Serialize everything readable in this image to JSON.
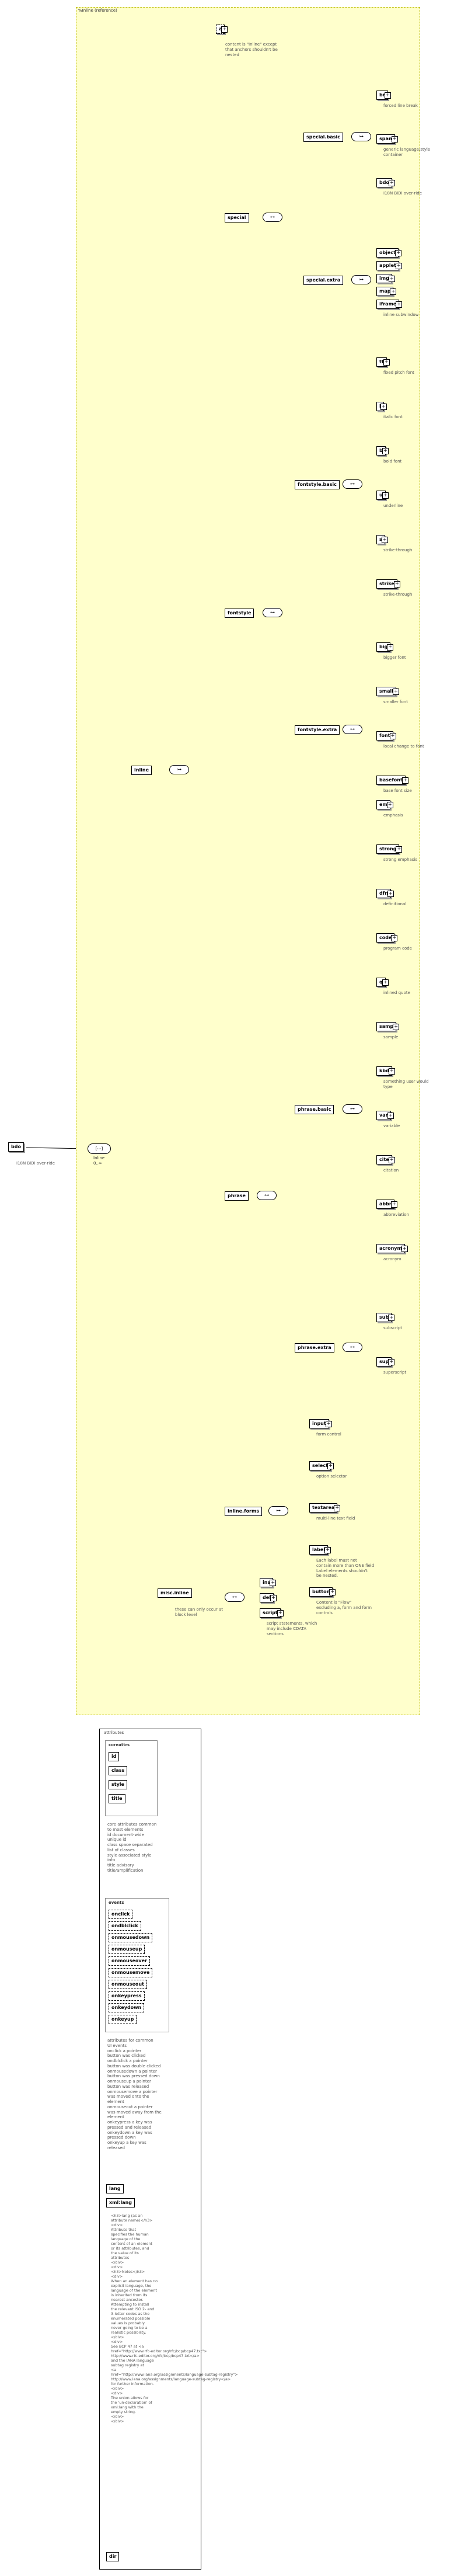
{
  "diagram": {
    "root": {
      "label": "bdo",
      "doc": "I18N BiDi over-ride"
    },
    "root_seq": {
      "occurrence_top": "Inline",
      "occurrence_bottom": "0..∞"
    },
    "region_title": "%Inline (reference)",
    "inline_box": "inline",
    "doc_inline_top": "content is \"Inline\" except\nthat anchors shouldn't be\nnested",
    "special": {
      "label": "special",
      "basic": {
        "label": "special.basic",
        "items": [
          {
            "label": "br",
            "doc": "forced line break"
          },
          {
            "label": "span",
            "doc": "generic language/style\ncontainer"
          },
          {
            "label": "bdo",
            "doc": "I18N BiDi over-ride"
          }
        ]
      },
      "extra": {
        "label": "special.extra",
        "items": [
          {
            "label": "object",
            "doc": ""
          },
          {
            "label": "applet",
            "doc": ""
          },
          {
            "label": "img",
            "doc": ""
          },
          {
            "label": "map",
            "doc": ""
          },
          {
            "label": "iframe",
            "doc": "inline subwindow"
          }
        ]
      }
    },
    "fontstyle": {
      "label": "fontstyle",
      "basic": {
        "label": "fontstyle.basic",
        "items": [
          {
            "label": "tt",
            "doc": "fixed pitch font"
          },
          {
            "label": "i",
            "doc": "italic font"
          },
          {
            "label": "b",
            "doc": "bold font"
          },
          {
            "label": "u",
            "doc": "underline"
          },
          {
            "label": "s",
            "doc": "strike-through"
          },
          {
            "label": "strike",
            "doc": "strike-through"
          }
        ]
      },
      "extra": {
        "label": "fontstyle.extra",
        "items": [
          {
            "label": "big",
            "doc": "bigger font"
          },
          {
            "label": "small",
            "doc": "smaller font"
          },
          {
            "label": "font",
            "doc": "local change to font"
          },
          {
            "label": "basefont",
            "doc": "base font size"
          }
        ]
      }
    },
    "phrase": {
      "label": "phrase",
      "basic": {
        "label": "phrase.basic",
        "items": [
          {
            "label": "em",
            "doc": "emphasis"
          },
          {
            "label": "strong",
            "doc": "strong emphasis"
          },
          {
            "label": "dfn",
            "doc": "definitional"
          },
          {
            "label": "code",
            "doc": "program code"
          },
          {
            "label": "q",
            "doc": "inlined quote"
          },
          {
            "label": "samp",
            "doc": "sample"
          },
          {
            "label": "kbd",
            "doc": "something user would\ntype"
          },
          {
            "label": "var",
            "doc": "variable"
          },
          {
            "label": "cite",
            "doc": "citation"
          },
          {
            "label": "abbr",
            "doc": "abbreviation"
          },
          {
            "label": "acronym",
            "doc": "acronym"
          }
        ]
      },
      "extra": {
        "label": "phrase.extra",
        "items": [
          {
            "label": "sub",
            "doc": "subscript"
          },
          {
            "label": "sup",
            "doc": "superscript"
          }
        ]
      }
    },
    "inline_forms": {
      "label": "inline.forms",
      "items": [
        {
          "label": "input",
          "doc": "form control"
        },
        {
          "label": "select",
          "doc": "option selector"
        },
        {
          "label": "textarea",
          "doc": "multi-line text field"
        },
        {
          "label": "label",
          "doc": "Each label must not\ncontain more than ONE field\nLabel elements shouldn't\nbe nested."
        },
        {
          "label": "button",
          "doc": "Content is \"Flow\"\nexcluding a, form and form\ncontrols"
        }
      ]
    },
    "misc_inline": {
      "label": "misc.inline",
      "doc": "these can only occur at\nblock level",
      "items": [
        {
          "label": "ins",
          "doc": ""
        },
        {
          "label": "del",
          "doc": ""
        },
        {
          "label": "script",
          "doc": "script statements, which\nmay include CDATA\nsections"
        }
      ]
    },
    "attributes": {
      "title": "attributes",
      "coreattrs": {
        "label": "coreattrs",
        "items": [
          "id",
          "class",
          "style",
          "title"
        ],
        "doc": "core attributes common\nto most elements\nid       document-wide\nunique id\nclass    space separated\nlist of classes\nstyle    associated style\ninfo\ntitle    advisory\ntitle/amplification"
      },
      "events": {
        "label": "events",
        "items": [
          "onclick",
          "ondblclick",
          "onmousedown",
          "onmouseup",
          "onmouseover",
          "onmousemove",
          "onmouseout",
          "onkeypress",
          "onkeydown",
          "onkeyup"
        ],
        "doc": "attributes for common\nUI events\nonclick     a pointer\nbutton was clicked\nondblclick  a pointer\nbutton was double clicked\nonmousedown a pointer\nbutton was pressed down\nonmouseup   a pointer\nbutton was released\nonmousemove a pointer\nwas moved onto the\nelement\nonmouseout  a pointer\nwas moved away from the\nelement\nonkeypress  a key was\npressed and released\nonkeydown   a key was\npressed down\nonkeyup     a key was\nreleased"
      },
      "lang": "lang",
      "xmllang": "xml:lang",
      "xmllang_doc": "<h3>lang (as an\nattribute name)</h3>\n<div>\nAttribute that\nspecifies the human\nlanguage of the\ncontent of an element\nor its attributes, and\nthe value of its\nattributes\n</div>\n<div>\n<h3>Notes</h3>\n<div>\nWhen an element has no\nexplicit language, the\nlanguage of the element\nis inherited from its\nnearest ancestor.\nAttempting to install\nthe relevant ISO 2- and\n3-letter codes as the\nenumerated possible\nvalues is probably\nnever going to be a\nrealistic possibility.\n</div>\n<div>\nSee BCP 47 at <a\nhref=\"http://www.rfc-editor.org/rfc/bcp/bcp47.txt\">\nhttp://www.rfc-editor.org/rfc/bcp/bcp47.txt</a>\nand the IANA language\nsubtag registry at\n<a\nhref=\"http://www.iana.org/assignments/language-subtag-registry\">\nhttp://www.iana.org/assignments/language-subtag-registry</a>\nfor further information.\n</div>\n<div>\nThe union allows for\nthe 'un-declaration' of\nxml:lang with the\nempty string.\n</div>\n</div>",
      "dir": "dir"
    }
  }
}
